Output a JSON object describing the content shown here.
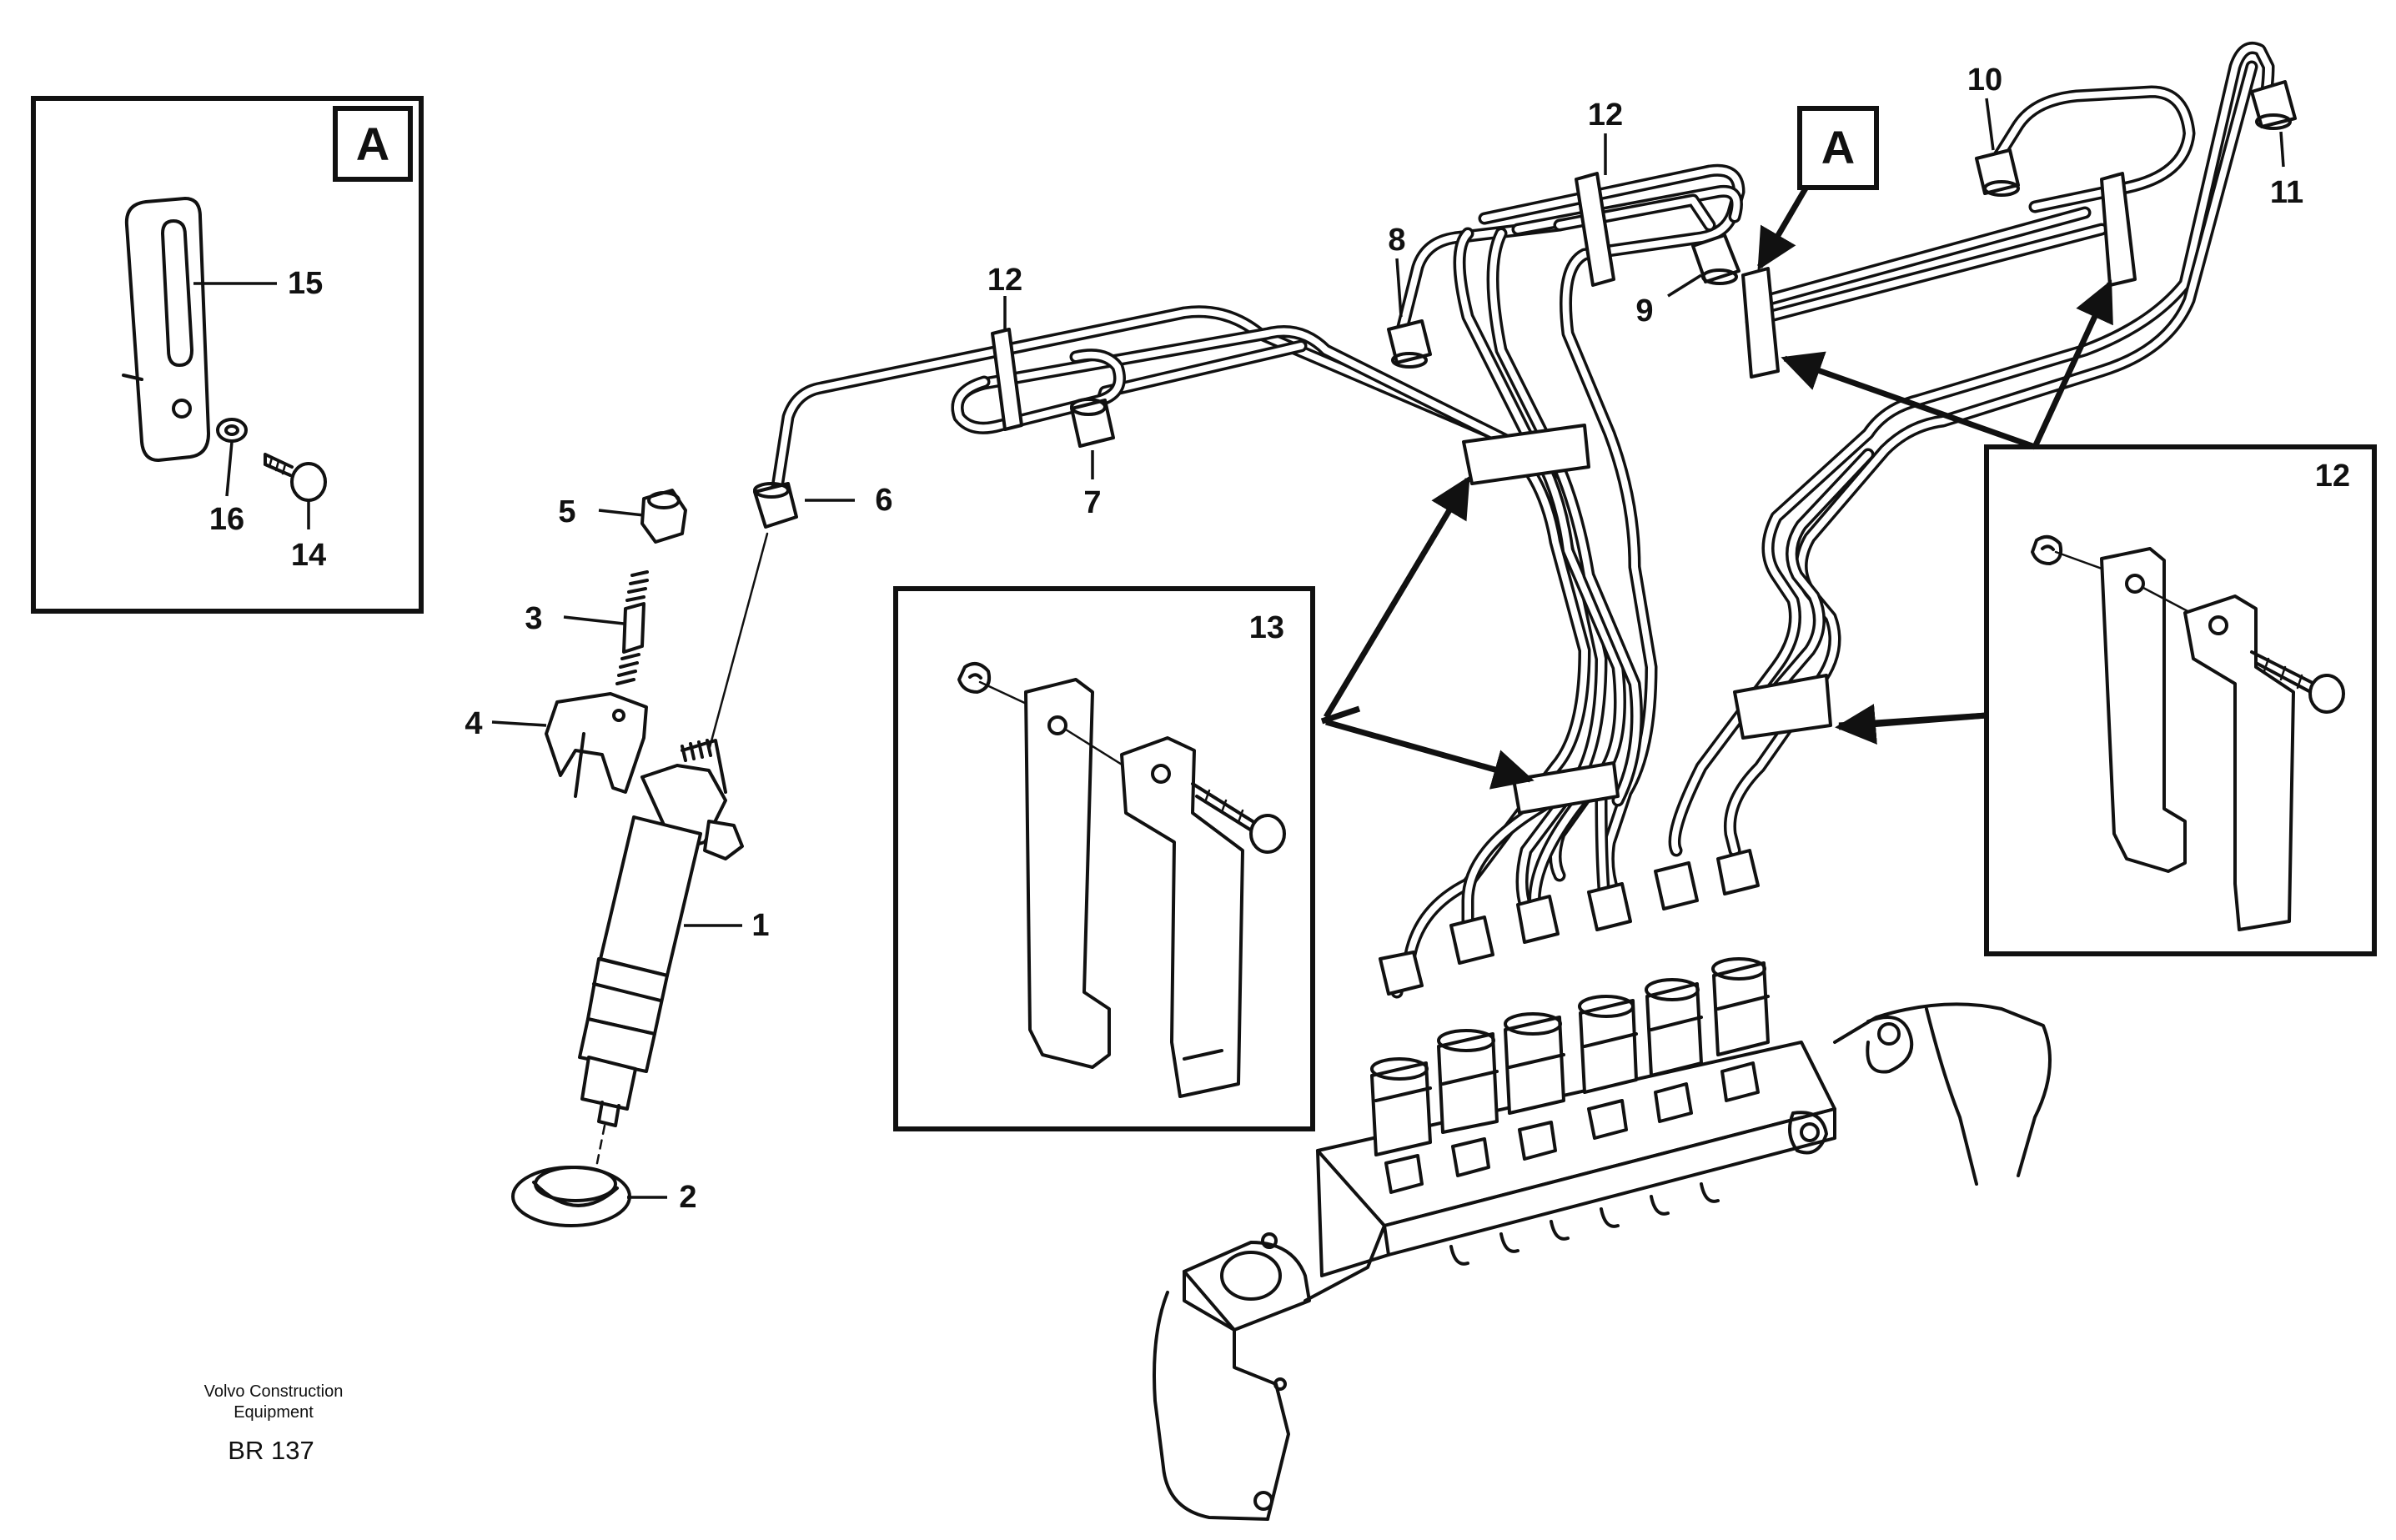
{
  "diagram": {
    "detail_view_letter": "A",
    "callouts": [
      {
        "id": "c1",
        "label": "1"
      },
      {
        "id": "c2",
        "label": "2"
      },
      {
        "id": "c3",
        "label": "3"
      },
      {
        "id": "c4",
        "label": "4"
      },
      {
        "id": "c5",
        "label": "5"
      },
      {
        "id": "c6",
        "label": "6"
      },
      {
        "id": "c7",
        "label": "7"
      },
      {
        "id": "c8",
        "label": "8"
      },
      {
        "id": "c9",
        "label": "9"
      },
      {
        "id": "c10",
        "label": "10"
      },
      {
        "id": "c11",
        "label": "11"
      },
      {
        "id": "c12a",
        "label": "12"
      },
      {
        "id": "c12b",
        "label": "12"
      },
      {
        "id": "c12c",
        "label": "12"
      },
      {
        "id": "c13",
        "label": "13"
      },
      {
        "id": "c14",
        "label": "14"
      },
      {
        "id": "c15",
        "label": "15"
      },
      {
        "id": "c16",
        "label": "16"
      }
    ],
    "footer": {
      "company_line1": "Volvo Construction",
      "company_line2": "Equipment",
      "drawing_code": "BR 137"
    }
  }
}
